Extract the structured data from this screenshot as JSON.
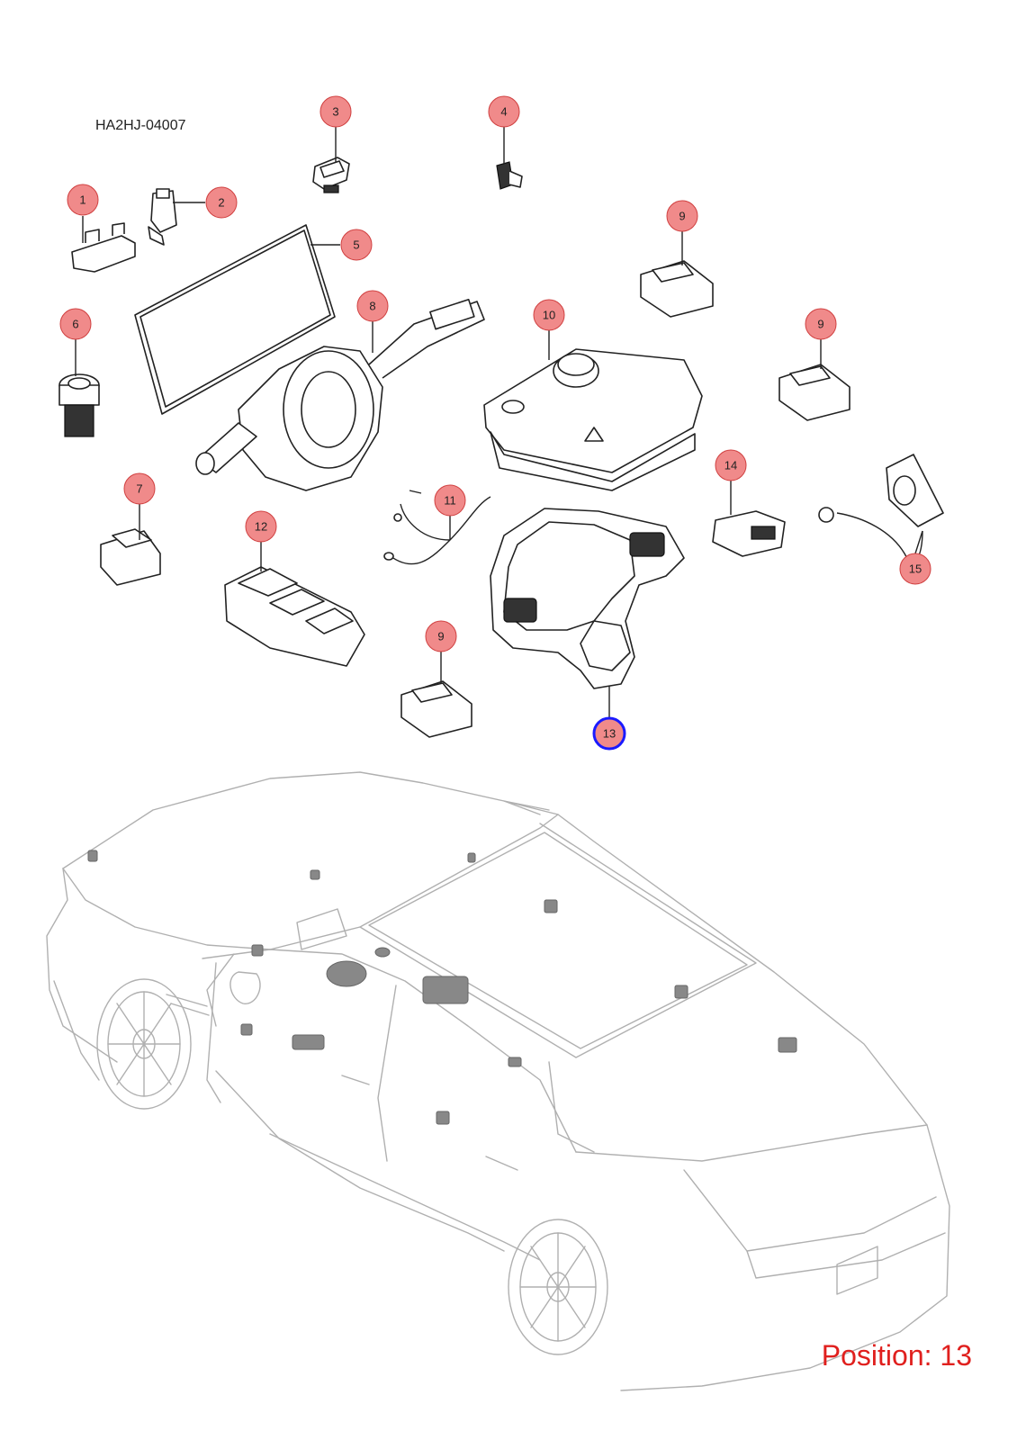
{
  "diagram_code": "HA2HJ-04007",
  "position_text": "Position: 13",
  "colors": {
    "callout_fill": "#f08a8a",
    "callout_stroke": "#d04040",
    "selected_stroke": "#1a1aff",
    "position_text": "#e0201e"
  },
  "callouts": [
    {
      "id": "c1",
      "label": "1"
    },
    {
      "id": "c2",
      "label": "2"
    },
    {
      "id": "c3",
      "label": "3"
    },
    {
      "id": "c4",
      "label": "4"
    },
    {
      "id": "c5",
      "label": "5"
    },
    {
      "id": "c6",
      "label": "6"
    },
    {
      "id": "c7",
      "label": "7"
    },
    {
      "id": "c8",
      "label": "8"
    },
    {
      "id": "c9a",
      "label": "9"
    },
    {
      "id": "c9b",
      "label": "9"
    },
    {
      "id": "c9c",
      "label": "9"
    },
    {
      "id": "c10",
      "label": "10"
    },
    {
      "id": "c11",
      "label": "11"
    },
    {
      "id": "c12",
      "label": "12"
    },
    {
      "id": "c13",
      "label": "13",
      "selected": true
    },
    {
      "id": "c14",
      "label": "14"
    },
    {
      "id": "c15",
      "label": "15"
    }
  ]
}
